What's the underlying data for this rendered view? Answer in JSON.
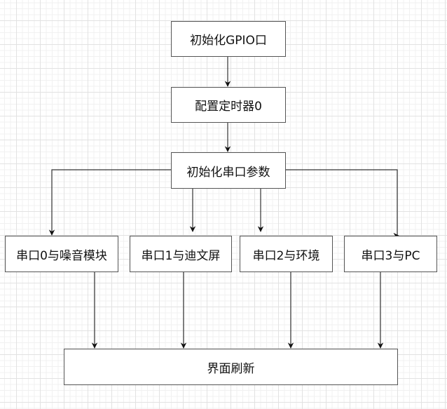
{
  "diagram": {
    "type": "flowchart",
    "colors": {
      "node_border": "#555555",
      "node_fill": "#ffffff",
      "edge": "#333333",
      "text": "#111111"
    },
    "nodes": [
      {
        "id": "init_gpio",
        "label": "初始化GPIO口"
      },
      {
        "id": "config_timer0",
        "label": "配置定时器0"
      },
      {
        "id": "init_uart_params",
        "label": "初始化串口参数"
      },
      {
        "id": "uart0_noise",
        "label": "串口0与噪音模块"
      },
      {
        "id": "uart1_dwin",
        "label": "串口1与迪文屏"
      },
      {
        "id": "uart2_env",
        "label": "串口2与环境"
      },
      {
        "id": "uart3_pc",
        "label": "串口3与PC"
      },
      {
        "id": "ui_refresh",
        "label": "界面刷新"
      }
    ],
    "edges": [
      {
        "from": "init_gpio",
        "to": "config_timer0"
      },
      {
        "from": "config_timer0",
        "to": "init_uart_params"
      },
      {
        "from": "init_uart_params",
        "to": "uart0_noise"
      },
      {
        "from": "init_uart_params",
        "to": "uart1_dwin"
      },
      {
        "from": "init_uart_params",
        "to": "uart2_env"
      },
      {
        "from": "init_uart_params",
        "to": "uart3_pc"
      },
      {
        "from": "uart0_noise",
        "to": "ui_refresh"
      },
      {
        "from": "uart1_dwin",
        "to": "ui_refresh"
      },
      {
        "from": "uart2_env",
        "to": "ui_refresh"
      },
      {
        "from": "uart3_pc",
        "to": "ui_refresh"
      }
    ]
  }
}
